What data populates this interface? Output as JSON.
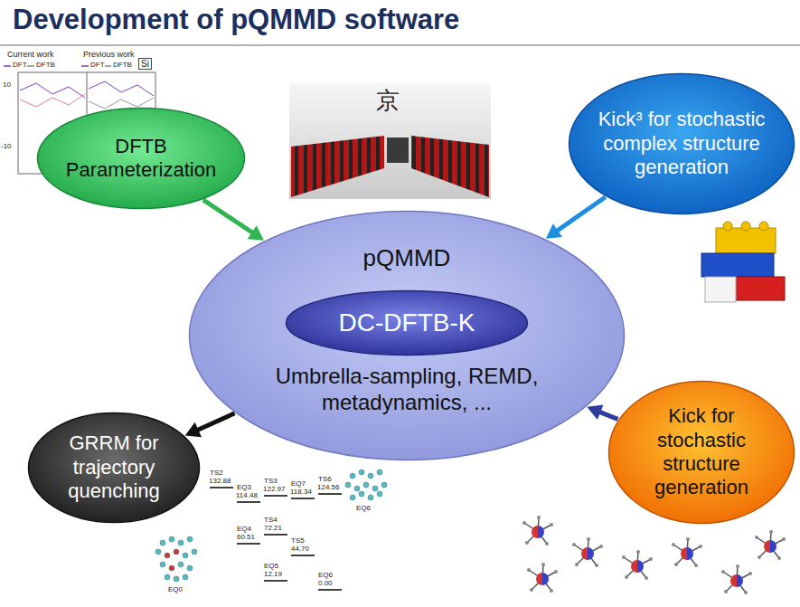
{
  "diagram": {
    "title": "Development of pQMMD software",
    "nodes": [
      {
        "text": [
          "DFTB Parameterization"
        ]
      },
      {
        "text": [
          "Kick³ for stochastic complex structure generation"
        ]
      },
      {
        "text": [
          "pQMMD",
          "Umbrella-sampling, REMD, metadynamics, ..."
        ]
      },
      {
        "text": [
          "DC-DFTB-K"
        ],
        "in": 2
      },
      {
        "text": [
          "GRRM for trajectory quenching"
        ]
      },
      {
        "text": [
          "Kick for stochastic structure generation"
        ]
      }
    ],
    "edges": [
      {
        "from": 0,
        "to": 2,
        "arrow": "to"
      },
      {
        "from": 1,
        "to": 2,
        "arrow": "to"
      },
      {
        "from": 5,
        "to": 2,
        "arrow": "to"
      },
      {
        "from": 2,
        "to": 4,
        "arrow": "to"
      }
    ],
    "labels": [
      "Current work",
      "Previous work",
      "DFT",
      "DFTB",
      "DFT",
      "DFTB",
      "Si",
      "10",
      "-10",
      "京",
      "TS2",
      "132.88",
      "EQ3",
      "114.48",
      "TS3",
      "122.97",
      "EQ7",
      "118.34",
      "TS6",
      "124.56",
      "EQ4",
      "60.51",
      "TS4",
      "72.21",
      "TS5",
      "44.70",
      "EQ5",
      "12.19",
      "EQ6",
      "0.00",
      "EQ0",
      "EQ6"
    ]
  }
}
